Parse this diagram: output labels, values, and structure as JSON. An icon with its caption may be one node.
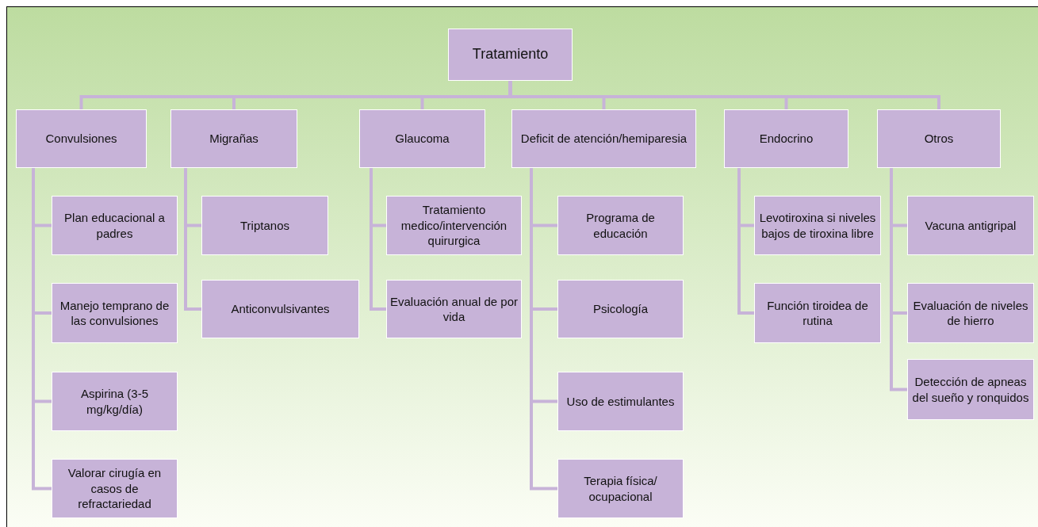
{
  "diagram": {
    "nodes": [
      {
        "text": [
          "Tratamiento"
        ]
      },
      {
        "text": [
          "Convulsiones"
        ]
      },
      {
        "text": [
          "Migrañas"
        ]
      },
      {
        "text": [
          "Glaucoma"
        ]
      },
      {
        "text": [
          "Deficit de atención/hemiparesia"
        ]
      },
      {
        "text": [
          "Endocrino"
        ]
      },
      {
        "text": [
          "Otros"
        ]
      },
      {
        "text": [
          "Plan educacional a padres"
        ]
      },
      {
        "text": [
          "Manejo temprano de las convulsiones"
        ]
      },
      {
        "text": [
          "Aspirina (3-5 mg/kg/día)"
        ]
      },
      {
        "text": [
          "Valorar cirugía en casos de refractariedad"
        ]
      },
      {
        "text": [
          "Triptanos"
        ]
      },
      {
        "text": [
          "Anticonvulsivantes"
        ]
      },
      {
        "text": [
          "Tratamiento medico/intervención quirurgica"
        ]
      },
      {
        "text": [
          "Evaluación anual de por vida"
        ]
      },
      {
        "text": [
          "Programa de educación"
        ]
      },
      {
        "text": [
          "Psicología"
        ]
      },
      {
        "text": [
          "Uso de estimulantes"
        ]
      },
      {
        "text": [
          "Terapia física/ ocupacional"
        ]
      },
      {
        "text": [
          "Levotiroxina si niveles bajos de tiroxina libre"
        ]
      },
      {
        "text": [
          "Función tiroidea de rutina"
        ]
      },
      {
        "text": [
          "Vacuna antigripal"
        ]
      },
      {
        "text": [
          "Evaluación de niveles de hierro"
        ]
      },
      {
        "text": [
          "Detección de apneas del sueño y ronquidos"
        ]
      }
    ],
    "edges": [
      {
        "from": 0,
        "to": 1,
        "arrow": "none"
      },
      {
        "from": 0,
        "to": 2,
        "arrow": "none"
      },
      {
        "from": 0,
        "to": 3,
        "arrow": "none"
      },
      {
        "from": 0,
        "to": 4,
        "arrow": "none"
      },
      {
        "from": 0,
        "to": 5,
        "arrow": "none"
      },
      {
        "from": 0,
        "to": 6,
        "arrow": "none"
      },
      {
        "from": 1,
        "to": 7,
        "arrow": "none"
      },
      {
        "from": 1,
        "to": 8,
        "arrow": "none"
      },
      {
        "from": 1,
        "to": 9,
        "arrow": "none"
      },
      {
        "from": 1,
        "to": 10,
        "arrow": "none"
      },
      {
        "from": 2,
        "to": 11,
        "arrow": "none"
      },
      {
        "from": 2,
        "to": 12,
        "arrow": "none"
      },
      {
        "from": 3,
        "to": 13,
        "arrow": "none"
      },
      {
        "from": 3,
        "to": 14,
        "arrow": "none"
      },
      {
        "from": 4,
        "to": 15,
        "arrow": "none"
      },
      {
        "from": 4,
        "to": 16,
        "arrow": "none"
      },
      {
        "from": 4,
        "to": 17,
        "arrow": "none"
      },
      {
        "from": 4,
        "to": 18,
        "arrow": "none"
      },
      {
        "from": 5,
        "to": 19,
        "arrow": "none"
      },
      {
        "from": 5,
        "to": 20,
        "arrow": "none"
      },
      {
        "from": 6,
        "to": 21,
        "arrow": "none"
      },
      {
        "from": 6,
        "to": 22,
        "arrow": "none"
      },
      {
        "from": 6,
        "to": 23,
        "arrow": "none"
      }
    ]
  }
}
